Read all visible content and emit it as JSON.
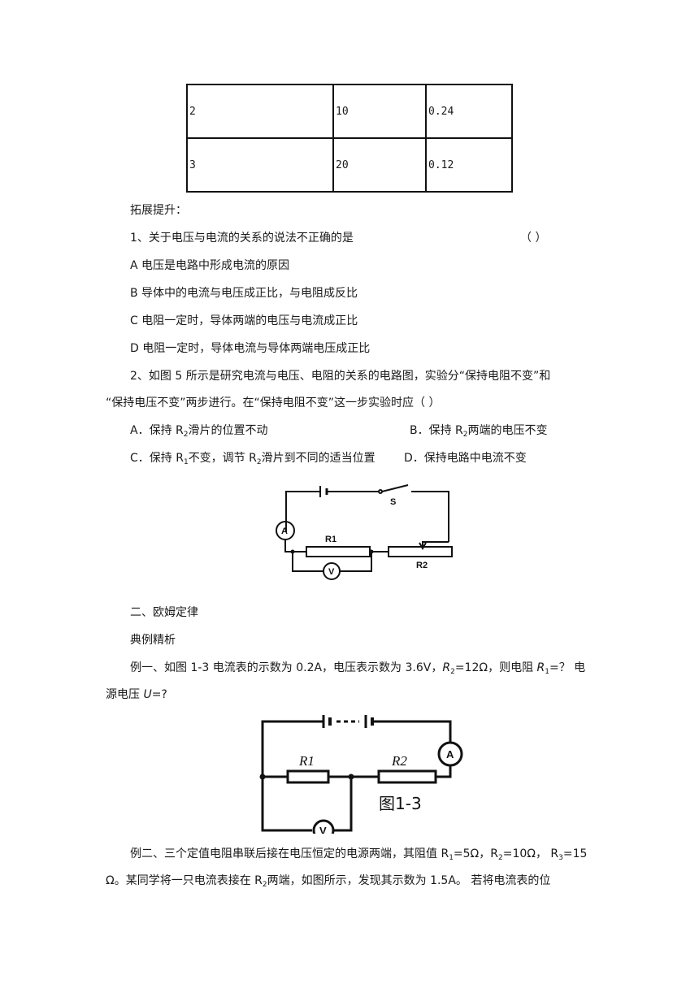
{
  "table": {
    "rows": [
      [
        "2",
        "10",
        "0.24"
      ],
      [
        "3",
        "20",
        "0.12"
      ]
    ]
  },
  "section_extend": "拓展提升：",
  "q1": {
    "stem": "1、关于电压与电流的关系的说法不正确的是",
    "paren": "（    ）",
    "options": [
      "A 电压是电路中形成电流的原因",
      "B 导体中的电流与电压成正比，与电阻成反比",
      "C 电阻一定时，导体两端的电压与电流成正比",
      "D 电阻一定时，导体电流与导体两端电压成正比"
    ]
  },
  "q2": {
    "line1": "2、如图 5 所示是研究电流与电压、电阻的关系的电路图，实验分“保持电阻不变”和",
    "line2": "“保持电压不变”两步进行。在“保持电阻不变”这一步实验时应（        ）",
    "optA_pre": "A．保持 R",
    "optA_sub": "2",
    "optA_post": "滑片的位置不动",
    "optB_pre": "B．保持 R",
    "optB_sub": "2",
    "optB_post": "两端的电压不变",
    "optC_pre": "C．保持 R",
    "optC_sub1": "1",
    "optC_mid": "不变，调节 R",
    "optC_sub2": "2",
    "optC_post": "滑片到不同的适当位置",
    "optD": "D．保持电路中电流不变"
  },
  "fig5": {
    "s": "S",
    "a": "A",
    "r1": "R1",
    "r2": "R2",
    "v": "V"
  },
  "section2": "二、欧姆定律",
  "section2_sub": "典例精析",
  "ex1": {
    "line1_pre": "例一、如图 1-3 电流表的示数为 0.2A，电压表示数为 3.6V，",
    "r2": "R",
    "r2_sub": "2",
    "line1_mid": "=12Ω，则电阻 ",
    "r1": "R",
    "r1_sub": "1",
    "line1_post": "=？ 电",
    "line2_pre": "源电压 ",
    "u": "U",
    "line2_post": "=?"
  },
  "fig13": {
    "label": "图1-3",
    "r1": "R1",
    "r2": "R2",
    "a": "A",
    "v": "V"
  },
  "ex2": {
    "line1_pre": "例二、三个定值电阻串联后接在电压恒定的电源两端，其阻值 R",
    "s1": "1",
    "p1": "=5Ω，R",
    "s2": "2",
    "p2": "=10Ω，      R",
    "s3": "3",
    "p3": "=15",
    "line2_pre": "Ω。某同学将一只电流表接在 R",
    "s4": "2",
    "line2_post": "两端，如图所示，发现其示数为 1.5A。    若将电流表的位"
  }
}
